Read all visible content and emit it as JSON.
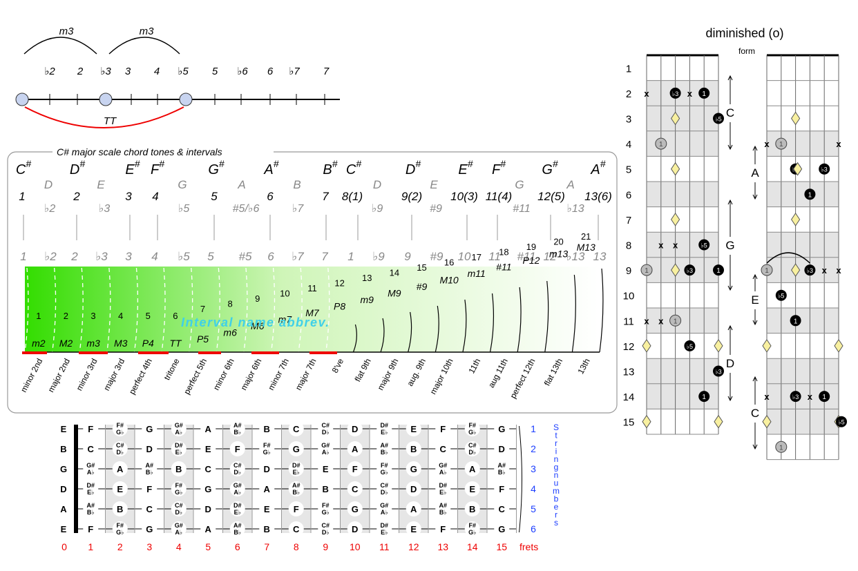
{
  "top_interval": {
    "arc_labels": [
      "m3",
      "m3"
    ],
    "tt_label": "TT",
    "degrees": [
      "♭2",
      "2",
      "♭3",
      "3",
      "4",
      "♭5",
      "5",
      "♭6",
      "6",
      "♭7",
      "7"
    ]
  },
  "scale_panel": {
    "title": "C# major scale chord tones & intervals",
    "notes": [
      "C#",
      "D#",
      "E#",
      "F#",
      "G#",
      "A#",
      "B#",
      "C#",
      "D#",
      "E#",
      "F#",
      "G#",
      "A#"
    ],
    "gray_notes": [
      "D",
      "E",
      "G",
      "A",
      "B",
      "D",
      "E",
      "G",
      "A"
    ],
    "degree_row": [
      "1",
      "2",
      "3",
      "4",
      "5",
      "6",
      "7",
      "8(1)",
      "9(2)",
      "10(3)",
      "11(4)",
      "12(5)",
      "13(6)"
    ],
    "gray_degrees": [
      "♭2",
      "♭3",
      "♭5",
      "#5/♭6",
      "♭7",
      "♭9",
      "#9",
      "#11",
      "♭13"
    ],
    "scale_row": [
      "1",
      "♭2",
      "2",
      "♭3",
      "3",
      "4",
      "♭5",
      "5",
      "#5",
      "6",
      "♭7",
      "7",
      "1",
      "♭9",
      "9",
      "#9",
      "10",
      "11",
      "#11",
      "12",
      "♭13",
      "13"
    ],
    "semitones": [
      "1",
      "2",
      "3",
      "4",
      "5",
      "6",
      "7",
      "8",
      "9",
      "10",
      "11",
      "12",
      "13",
      "14",
      "15",
      "16",
      "17",
      "18",
      "19",
      "20",
      "21"
    ],
    "abbrevs": [
      "m2",
      "M2",
      "m3",
      "M3",
      "P4",
      "TT",
      "P5",
      "m6",
      "M6",
      "m7",
      "M7",
      "P8",
      "m9",
      "M9",
      "#9",
      "M10",
      "m11",
      "#11",
      "P12",
      "m13",
      "M13"
    ],
    "overlay": "Interval name abbrev.",
    "names": [
      "minor 2nd",
      "major 2nd",
      "minor 3rd",
      "major 3rd",
      "perfect 4th",
      "tritone",
      "perfect 5th",
      "minor 6th",
      "major 6th",
      "minor 7th",
      "major 7th",
      "8've",
      "flat 9th",
      "major 9th",
      "aug. 9th",
      "major 10th",
      "11th",
      "aug 11th",
      "perfect 12th",
      "flat 13th",
      "13th"
    ]
  },
  "fretboard": {
    "open_strings": [
      "E",
      "B",
      "G",
      "D",
      "A",
      "E"
    ],
    "string_numbers": [
      "1",
      "2",
      "3",
      "4",
      "5",
      "6"
    ],
    "string_label": "String numbers",
    "fret_numbers": [
      "0",
      "1",
      "2",
      "3",
      "4",
      "5",
      "6",
      "7",
      "8",
      "9",
      "10",
      "11",
      "12",
      "13",
      "14",
      "15"
    ],
    "frets_label": "frets",
    "rows": [
      [
        "F",
        "F#/G♭",
        "G",
        "G#/A♭",
        "A",
        "A#/B♭",
        "B",
        "C",
        "C#/D♭",
        "D",
        "D#/E♭",
        "E",
        "F",
        "F#/G♭",
        "G"
      ],
      [
        "C",
        "C#/D♭",
        "D",
        "D#/E♭",
        "E",
        "F",
        "F#/G♭",
        "G",
        "G#/A♭",
        "A",
        "A#/B♭",
        "B",
        "C",
        "C#/D♭",
        "D"
      ],
      [
        "G#/A♭",
        "A",
        "A#/B♭",
        "B",
        "C",
        "C#/D♭",
        "D",
        "D#/E♭",
        "E",
        "F",
        "F#/G♭",
        "G",
        "G#/A♭",
        "A",
        "A#/B♭"
      ],
      [
        "D#/E♭",
        "E",
        "F",
        "F#/G♭",
        "G",
        "G#/A♭",
        "A",
        "A#/B♭",
        "B",
        "C",
        "C#/D♭",
        "D",
        "D#/E♭",
        "E",
        "F"
      ],
      [
        "A#/B♭",
        "B",
        "C",
        "C#/D♭",
        "D",
        "D#/E♭",
        "E",
        "F",
        "F#/G♭",
        "G",
        "G#/A♭",
        "A",
        "A#/B♭",
        "B",
        "C"
      ],
      [
        "F",
        "F#/G♭",
        "G",
        "G#/A♭",
        "A",
        "A#/B♭",
        "B",
        "C",
        "C#/D♭",
        "D",
        "D#/E♭",
        "E",
        "F",
        "F#/G♭",
        "G"
      ]
    ]
  },
  "diminished": {
    "title": "diminished (o)",
    "form_label": "form",
    "fret_labels": [
      "1",
      "2",
      "3",
      "4",
      "5",
      "6",
      "7",
      "8",
      "9",
      "10",
      "11",
      "12",
      "13",
      "14",
      "15"
    ],
    "shape_labels": [
      "C",
      "G",
      "D",
      "A",
      "E",
      "C"
    ],
    "flat3": "♭3",
    "flat5": "♭5",
    "root": "1",
    "mute": "x"
  }
}
